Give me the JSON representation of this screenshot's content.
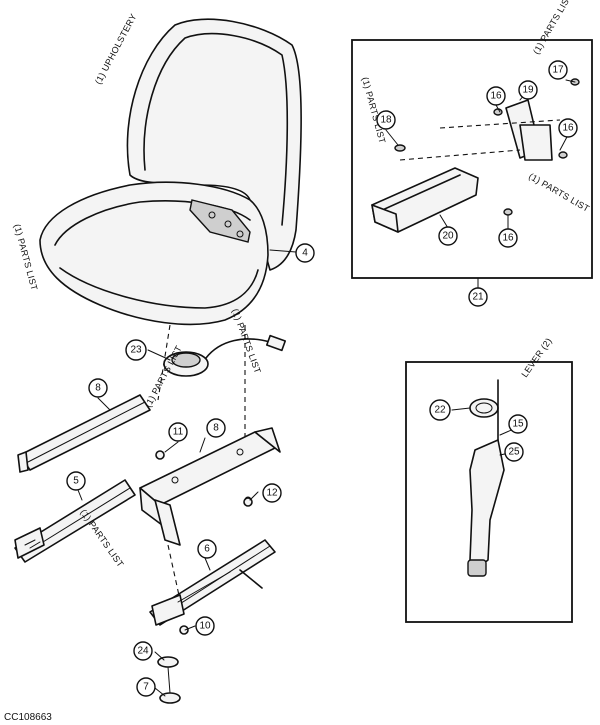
{
  "drawing_code": "CC108663",
  "callouts": [
    "4",
    "6",
    "5",
    "7",
    "8",
    "10",
    "11",
    "12",
    "15",
    "16",
    "17",
    "18",
    "19",
    "20",
    "21",
    "22",
    "23",
    "24",
    "25"
  ],
  "notes": {
    "upholstery": "(1) UPHOLSTERY",
    "parts_list": "(1) PARTS LIST",
    "lever": "LEVER (2)"
  }
}
